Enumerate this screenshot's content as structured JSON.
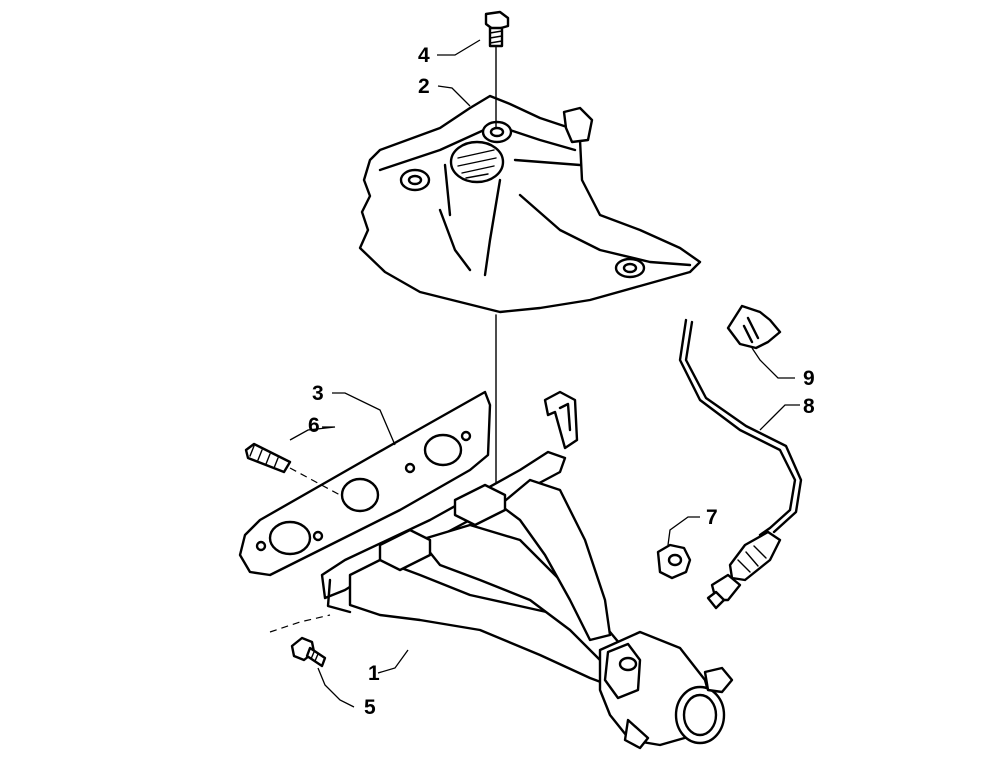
{
  "callouts": {
    "c1": "1",
    "c2": "2",
    "c3": "3",
    "c4": "4",
    "c5": "5",
    "c6": "6",
    "c7": "7",
    "c8": "8",
    "c9": "9"
  },
  "colors": {
    "ink": "#000000",
    "background": "#ffffff"
  }
}
